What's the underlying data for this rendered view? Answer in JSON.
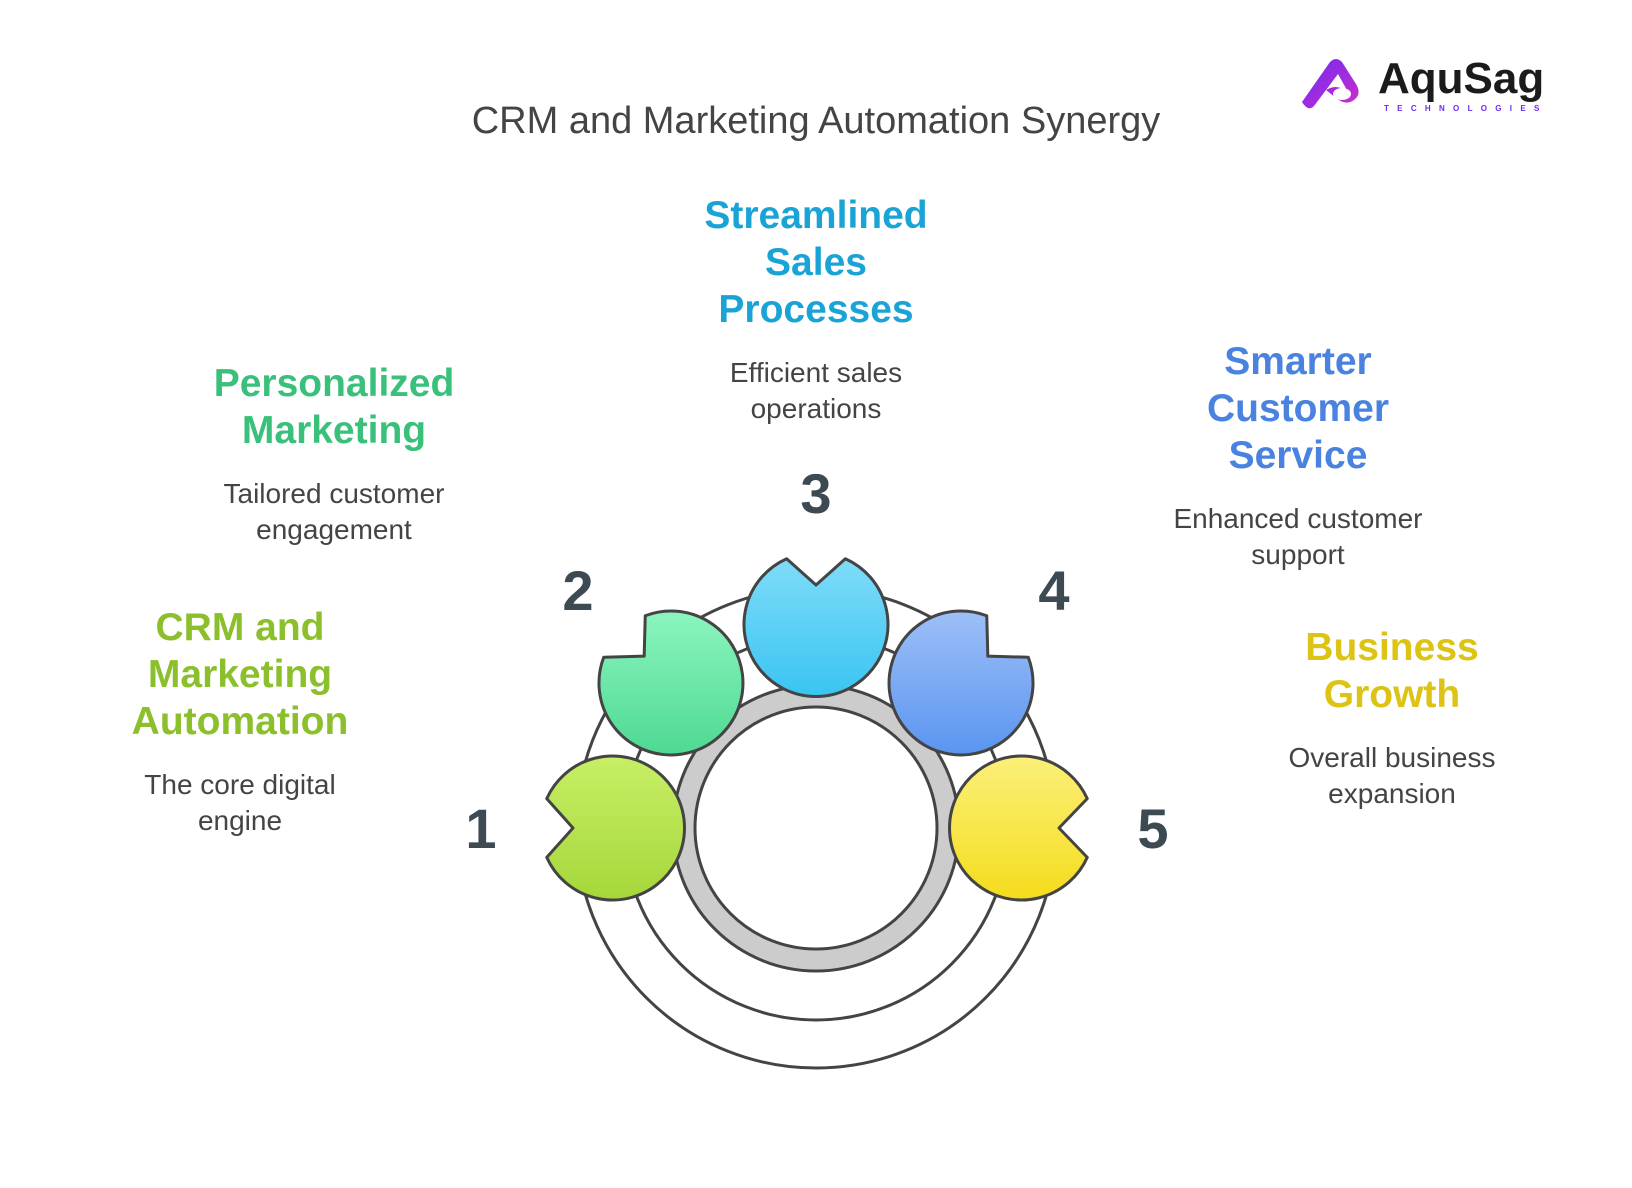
{
  "title": "CRM and Marketing Automation Synergy",
  "logo": {
    "name": "AquSag",
    "tagline": "TECHNOLOGIES",
    "colors": [
      "#6a2cf0",
      "#c72cd6"
    ]
  },
  "steps": [
    {
      "number": "1",
      "title_lines": [
        "CRM and",
        "Marketing",
        "Automation"
      ],
      "desc_lines": [
        "The core digital",
        "engine"
      ],
      "color": "#8bbf2c",
      "fill_top": "#c8ef66",
      "fill_bottom": "#a5d73a",
      "dot": "#b5db4a"
    },
    {
      "number": "2",
      "title_lines": [
        "Personalized",
        "Marketing"
      ],
      "desc_lines": [
        "Tailored customer",
        "engagement"
      ],
      "color": "#39c07a",
      "fill_top": "#8cf5bf",
      "fill_bottom": "#4ed992",
      "dot": "#48d18a"
    },
    {
      "number": "3",
      "title_lines": [
        "Streamlined",
        "Sales",
        "Processes"
      ],
      "desc_lines": [
        "Efficient sales",
        "operations"
      ],
      "color": "#1aa4d6",
      "fill_top": "#7fdcf9",
      "fill_bottom": "#3ac4f2",
      "dot": "#2cc0f0"
    },
    {
      "number": "4",
      "title_lines": [
        "Smarter",
        "Customer",
        "Service"
      ],
      "desc_lines": [
        "Enhanced customer",
        "support"
      ],
      "color": "#4a82e0",
      "fill_top": "#9dbff7",
      "fill_bottom": "#5a95f0",
      "dot": "#4a86ec"
    },
    {
      "number": "5",
      "title_lines": [
        "Business",
        "Growth"
      ],
      "desc_lines": [
        "Overall business",
        "expansion"
      ],
      "color": "#dcc314",
      "fill_top": "#fbf07a",
      "fill_bottom": "#f5dc1c",
      "dot": "#f2d633"
    }
  ]
}
